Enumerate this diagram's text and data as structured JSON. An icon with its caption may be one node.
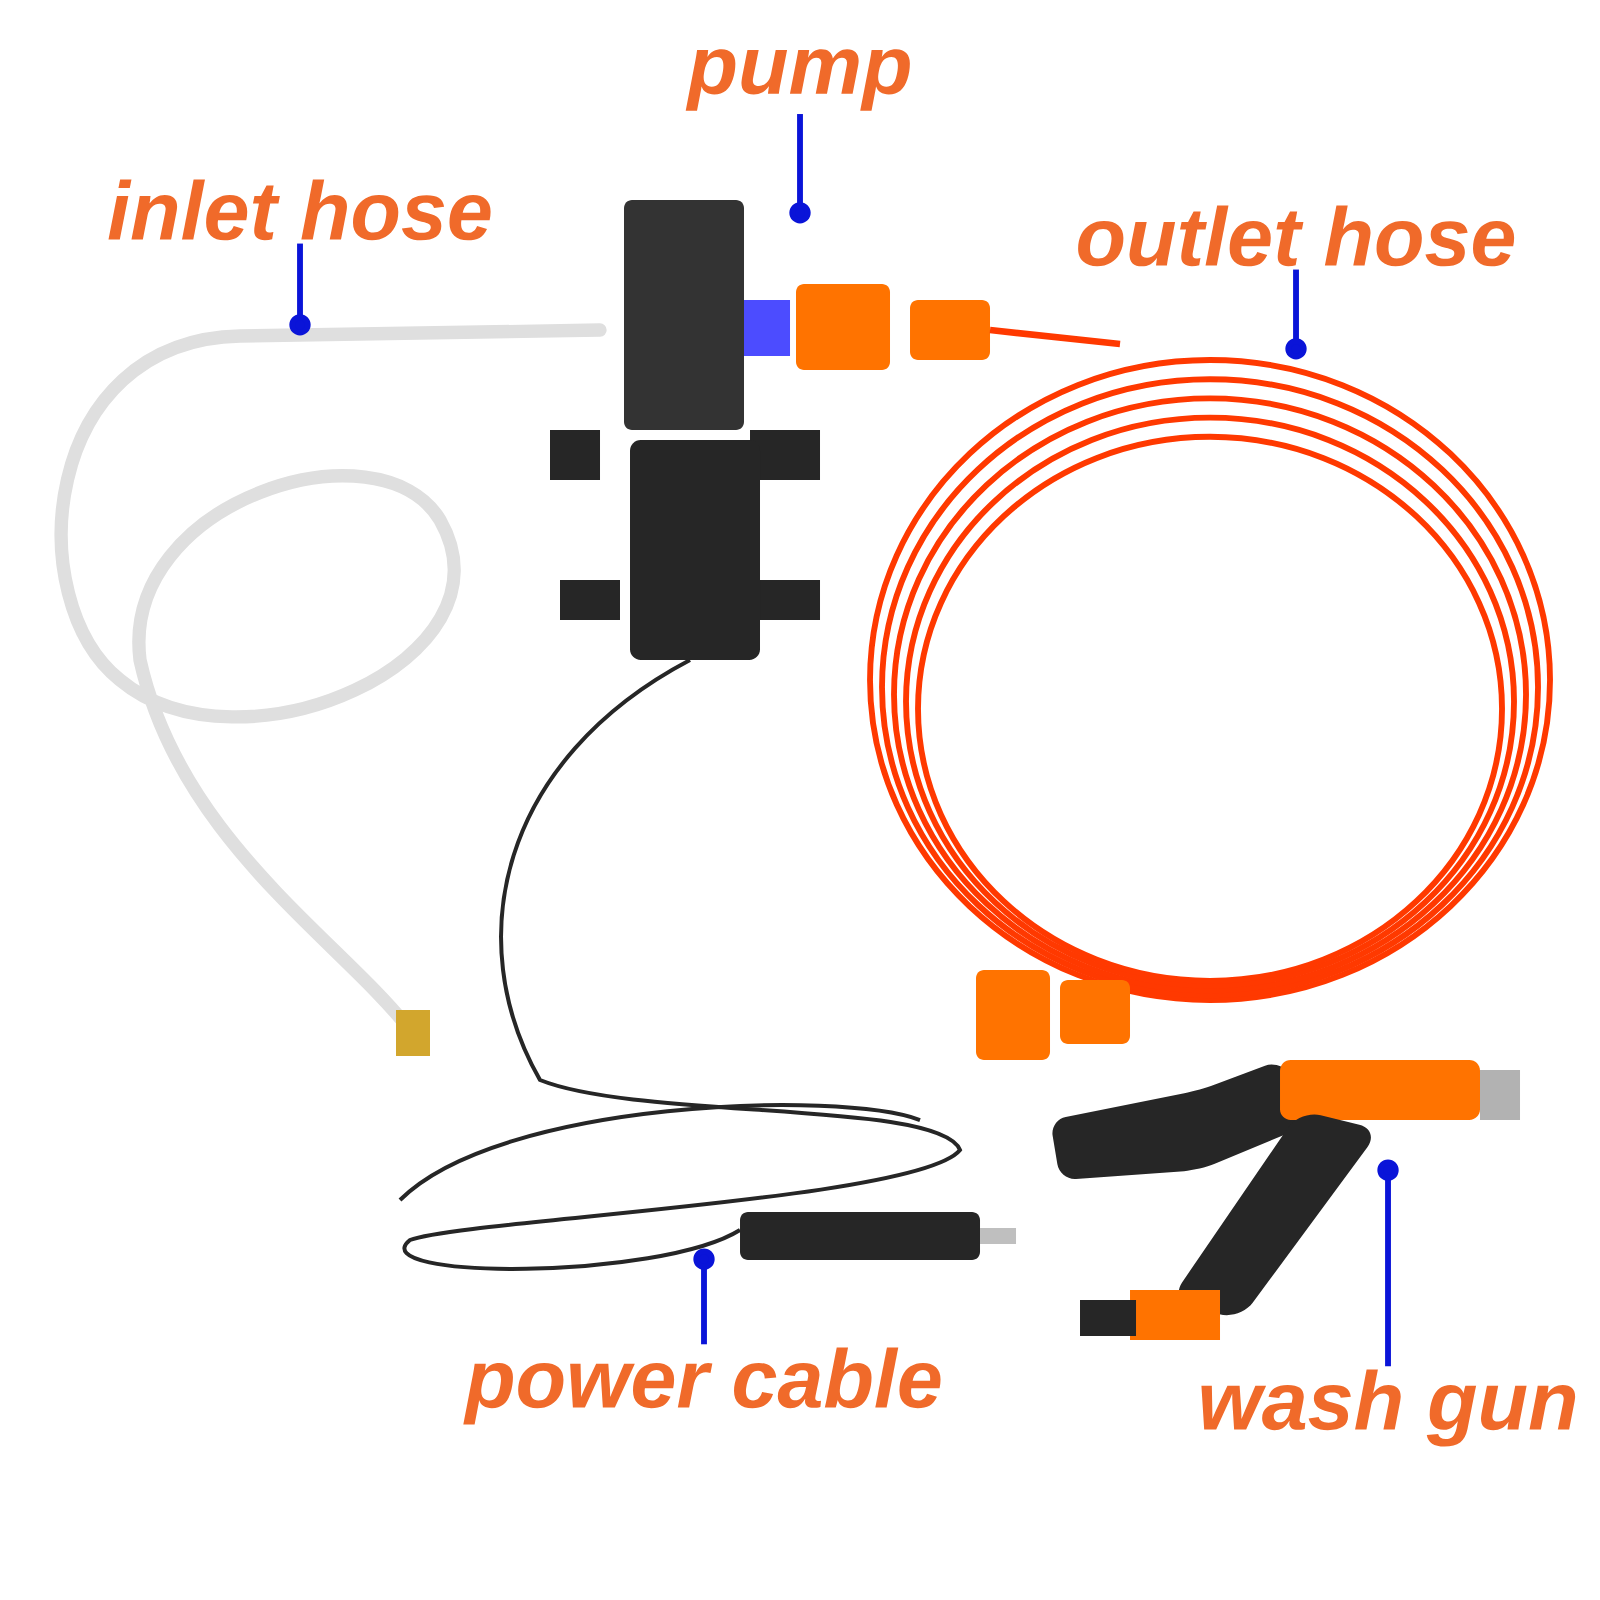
{
  "diagram": {
    "nodes": [
      {
        "text": [
          "pump"
        ]
      },
      {
        "text": [
          "inlet hose"
        ]
      },
      {
        "text": [
          "outlet hose"
        ]
      },
      {
        "text": [
          "power cable"
        ]
      },
      {
        "text": [
          "wash gun"
        ]
      },
      {
        "text": [],
        "shape": "picture"
      },
      {
        "text": [],
        "shape": "picture"
      },
      {
        "text": [],
        "shape": "picture"
      },
      {
        "text": [],
        "shape": "picture"
      },
      {
        "text": [],
        "shape": "picture"
      }
    ],
    "edges": [
      {
        "from": 0,
        "to": 6,
        "arrow": "other"
      },
      {
        "from": 1,
        "to": 5,
        "arrow": "other"
      },
      {
        "from": 2,
        "to": 7,
        "arrow": "other"
      },
      {
        "from": 3,
        "to": 8,
        "arrow": "other"
      },
      {
        "from": 4,
        "to": 9,
        "arrow": "other"
      }
    ]
  }
}
